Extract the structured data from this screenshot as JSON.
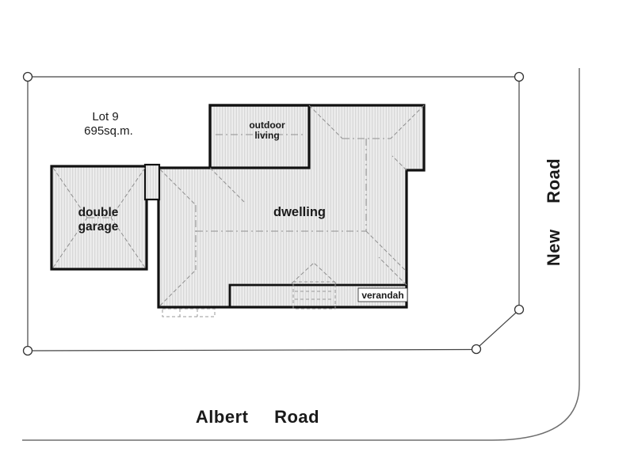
{
  "plan": {
    "lot": {
      "line1": "Lot 9",
      "line2": "695sq.m."
    },
    "garage": {
      "line1": "double",
      "line2": "garage"
    },
    "dwelling_label": "dwelling",
    "outdoor": {
      "line1": "outdoor",
      "line2": "living"
    },
    "verandah_label": "verandah",
    "roads": {
      "bottom": "Albert Road",
      "right": "New Road"
    },
    "colors": {
      "background": "#ffffff",
      "building_fill": "#ededed",
      "hatch_line": "#d2d2d2",
      "building_outline": "#111111",
      "boundary_line": "#444444",
      "road_line": "#6e6e6e",
      "roof_line": "#8f8f8f",
      "text": "#1a1a1a"
    }
  }
}
